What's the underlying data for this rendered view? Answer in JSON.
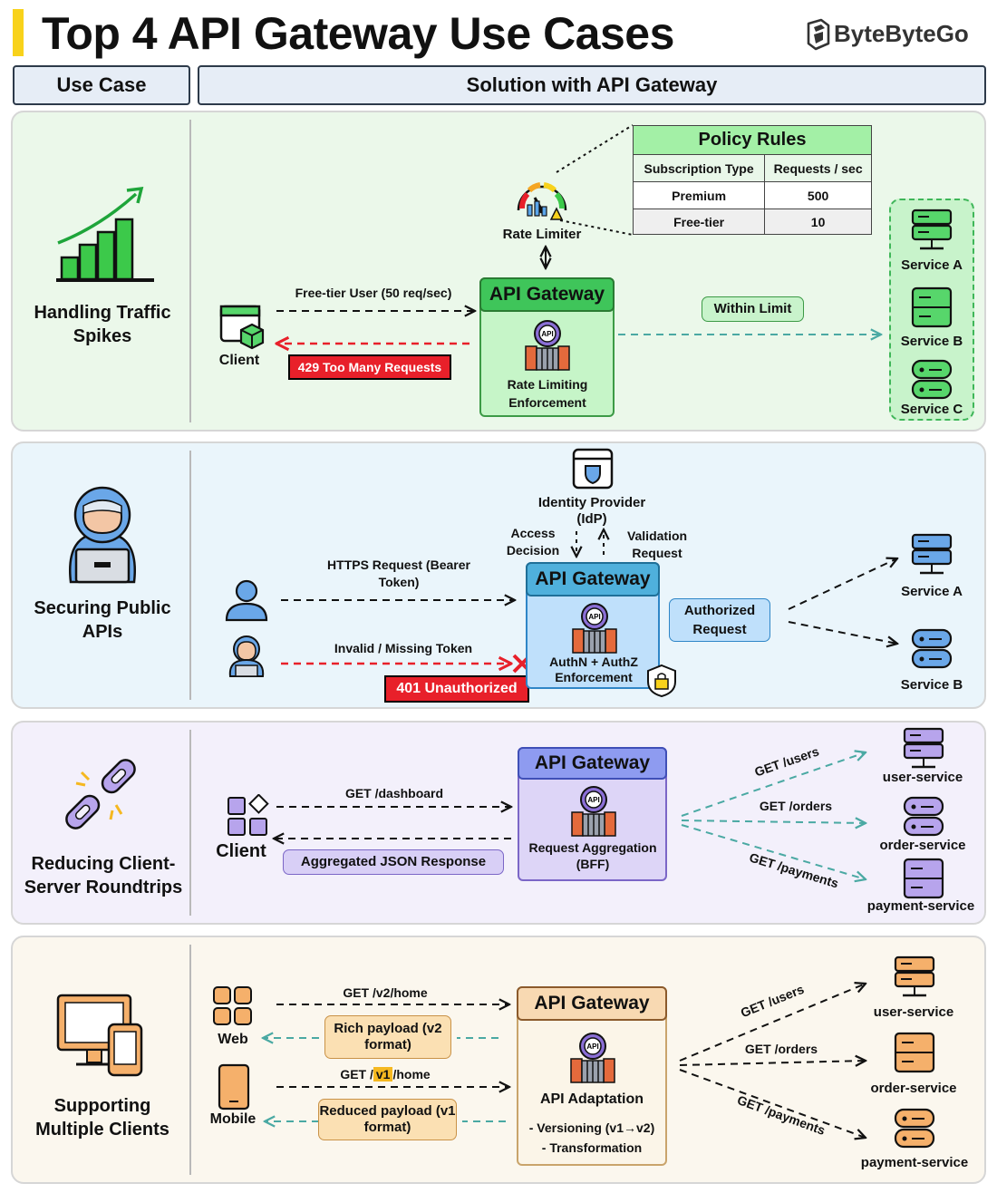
{
  "header": {
    "title": "Top 4 API Gateway Use Cases",
    "brand": "ByteByteGo"
  },
  "columns": {
    "use_case": "Use Case",
    "solution": "Solution with API Gateway"
  },
  "gateway_label": "API Gateway",
  "icon_api_text": "API",
  "colors": {
    "traffic": "#ebf8ea",
    "security": "#eaf5fb",
    "roundtrip": "#f3f0fb",
    "clients": "#fbf7ee",
    "red": "#e8202a",
    "teal": "#4aa9a3"
  },
  "s1": {
    "use_case": "Handling Traffic Spikes",
    "client": "Client",
    "request": "Free-tier User (50 req/sec)",
    "error": "429 Too Many Requests",
    "rate_limiter": "Rate Limiter",
    "gateway_body": "Rate Limiting Enforcement",
    "within_limit": "Within Limit",
    "policy": {
      "title": "Policy Rules",
      "headers": [
        "Subscription Type",
        "Requests / sec"
      ],
      "rows": [
        [
          "Premium",
          "500"
        ],
        [
          "Free-tier",
          "10"
        ]
      ]
    },
    "services": [
      "Service A",
      "Service B",
      "Service C"
    ]
  },
  "s2": {
    "use_case": "Securing Public APIs",
    "request": "HTTPS Request (Bearer Token)",
    "invalid": "Invalid / Missing Token",
    "error": "401 Unauthorized",
    "idp": "Identity Provider (IdP)",
    "access_decision": "Access Decision",
    "validation_request": "Validation Request",
    "gateway_body": "AuthN + AuthZ Enforcement",
    "authorized": "Authorized Request",
    "services": [
      "Service A",
      "Service B"
    ]
  },
  "s3": {
    "use_case": "Reducing Client-Server Roundtrips",
    "client": "Client",
    "request": "GET /dashboard",
    "response": "Aggregated JSON Response",
    "gateway_body": "Request Aggregation (BFF)",
    "routes": [
      "GET /users",
      "GET /orders",
      "GET /payments"
    ],
    "services": [
      "user-service",
      "order-service",
      "payment-service"
    ]
  },
  "s4": {
    "use_case": "Supporting Multiple Clients",
    "web": "Web",
    "mobile": "Mobile",
    "web_request": "GET /v2/home",
    "mobile_request_pre": "GET /",
    "mobile_request_ver": "v1",
    "mobile_request_post": "/home",
    "web_payload": "Rich payload (v2 format)",
    "mobile_payload": "Reduced payload (v1 format)",
    "gateway_body": "API Adaptation",
    "versioning": "- Versioning (v1→v2)",
    "transformation": "- Transformation",
    "routes": [
      "GET /users",
      "GET /orders",
      "GET /payments"
    ],
    "services": [
      "user-service",
      "order-service",
      "payment-service"
    ]
  }
}
